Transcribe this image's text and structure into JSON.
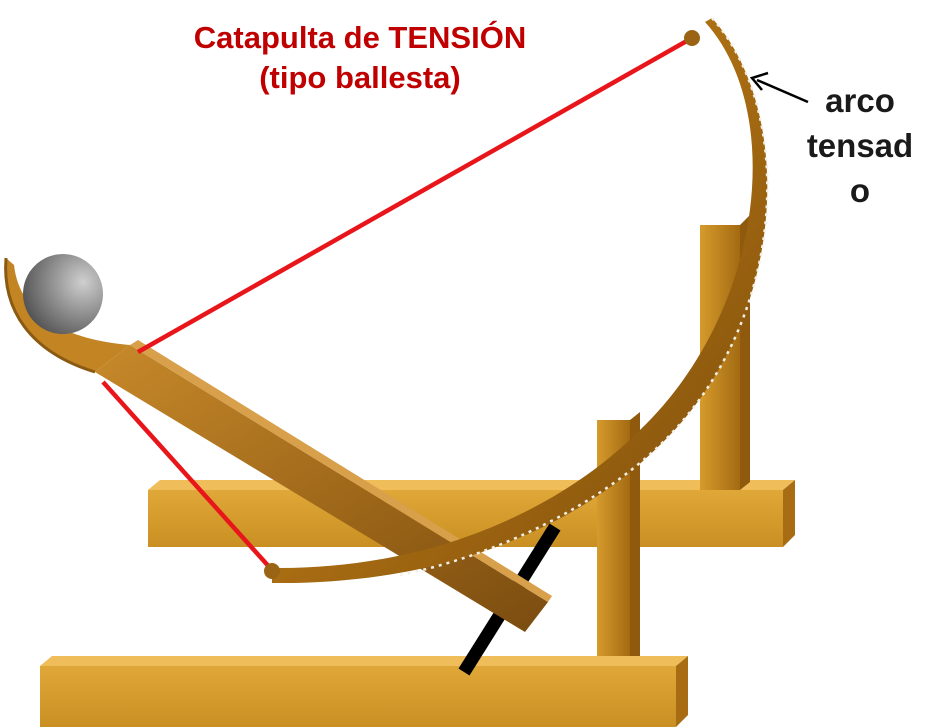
{
  "title": {
    "line1": "Catapulta de TENSIÓN",
    "line2": "(tipo ballesta)"
  },
  "annotation": {
    "lines": [
      "arco",
      "tensad",
      "o"
    ]
  },
  "colors": {
    "title": "#c00000",
    "string": "#e8161b",
    "wood": "#d49a2a",
    "wood_dark": "#a86c12",
    "bow": "#b07416",
    "projectile": "#6e6e6e",
    "lever": "#000000"
  }
}
